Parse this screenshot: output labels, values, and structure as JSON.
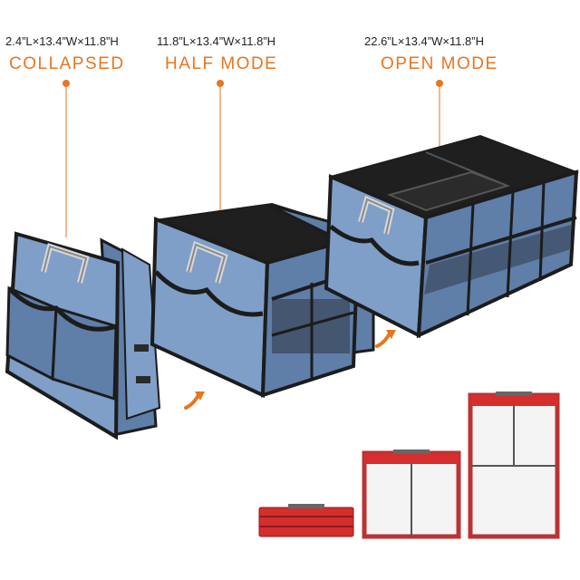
{
  "modes": [
    {
      "dimensions": "2.4”L×13.4”W×11.8”H",
      "label": "COLLAPSED"
    },
    {
      "dimensions": "11.8”L×13.4”W×11.8”H",
      "label": "HALF MODE"
    },
    {
      "dimensions": "22.6”L×13.4”W×11.8”H",
      "label": "OPEN MODE"
    }
  ],
  "colors": {
    "accent": "#e8751f",
    "fabric": "#7f9fc8",
    "fabric_dark": "#5f7ea8",
    "trim": "#1c1c1c",
    "lid": "#d62d2d"
  },
  "icons": [
    "arrow-icon",
    "handle-icon"
  ]
}
